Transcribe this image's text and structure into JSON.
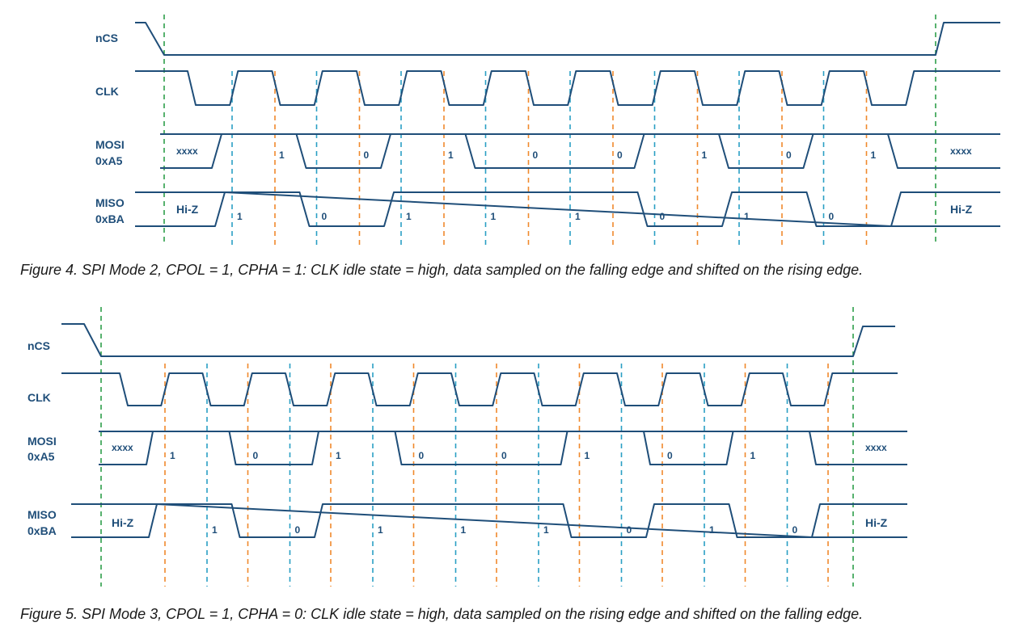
{
  "colors": {
    "signal": "#1f4e79",
    "cs_marker": "#2e9e4a",
    "sample_marker_a": "#2a9fc4",
    "sample_marker_b": "#f0892c"
  },
  "figure4": {
    "labels": {
      "ncs": "nCS",
      "clk": "CLK",
      "mosi": "MOSI",
      "mosi_value": "0xA5",
      "miso": "MISO",
      "miso_value": "0xBA"
    },
    "mosi_idle": "xxxx",
    "mosi_end": "xxxx",
    "miso_idle": "Hi-Z",
    "miso_end": "Hi-Z",
    "mosi_bits": [
      "1",
      "0",
      "1",
      "0",
      "0",
      "1",
      "0",
      "1"
    ],
    "miso_bits": [
      "1",
      "0",
      "1",
      "1",
      "1",
      "0",
      "1",
      "0"
    ],
    "caption": "Figure 4. SPI Mode 2, CPOL = 1, CPHA = 1: CLK idle state = high, data sampled on the falling edge and shifted on the rising edge."
  },
  "figure5": {
    "labels": {
      "ncs": "nCS",
      "clk": "CLK",
      "mosi": "MOSI",
      "mosi_value": "0xA5",
      "miso": "MISO",
      "miso_value": "0xBA"
    },
    "mosi_idle": "xxxx",
    "mosi_end": "xxxx",
    "miso_idle": "Hi-Z",
    "miso_end": "Hi-Z",
    "mosi_bits": [
      "1",
      "0",
      "1",
      "0",
      "0",
      "1",
      "0",
      "1"
    ],
    "miso_bits": [
      "1",
      "0",
      "1",
      "1",
      "1",
      "0",
      "1",
      "0"
    ],
    "caption": "Figure 5. SPI Mode 3, CPOL = 1, CPHA = 0: CLK idle state = high, data sampled on the rising edge and shifted on the falling edge."
  }
}
